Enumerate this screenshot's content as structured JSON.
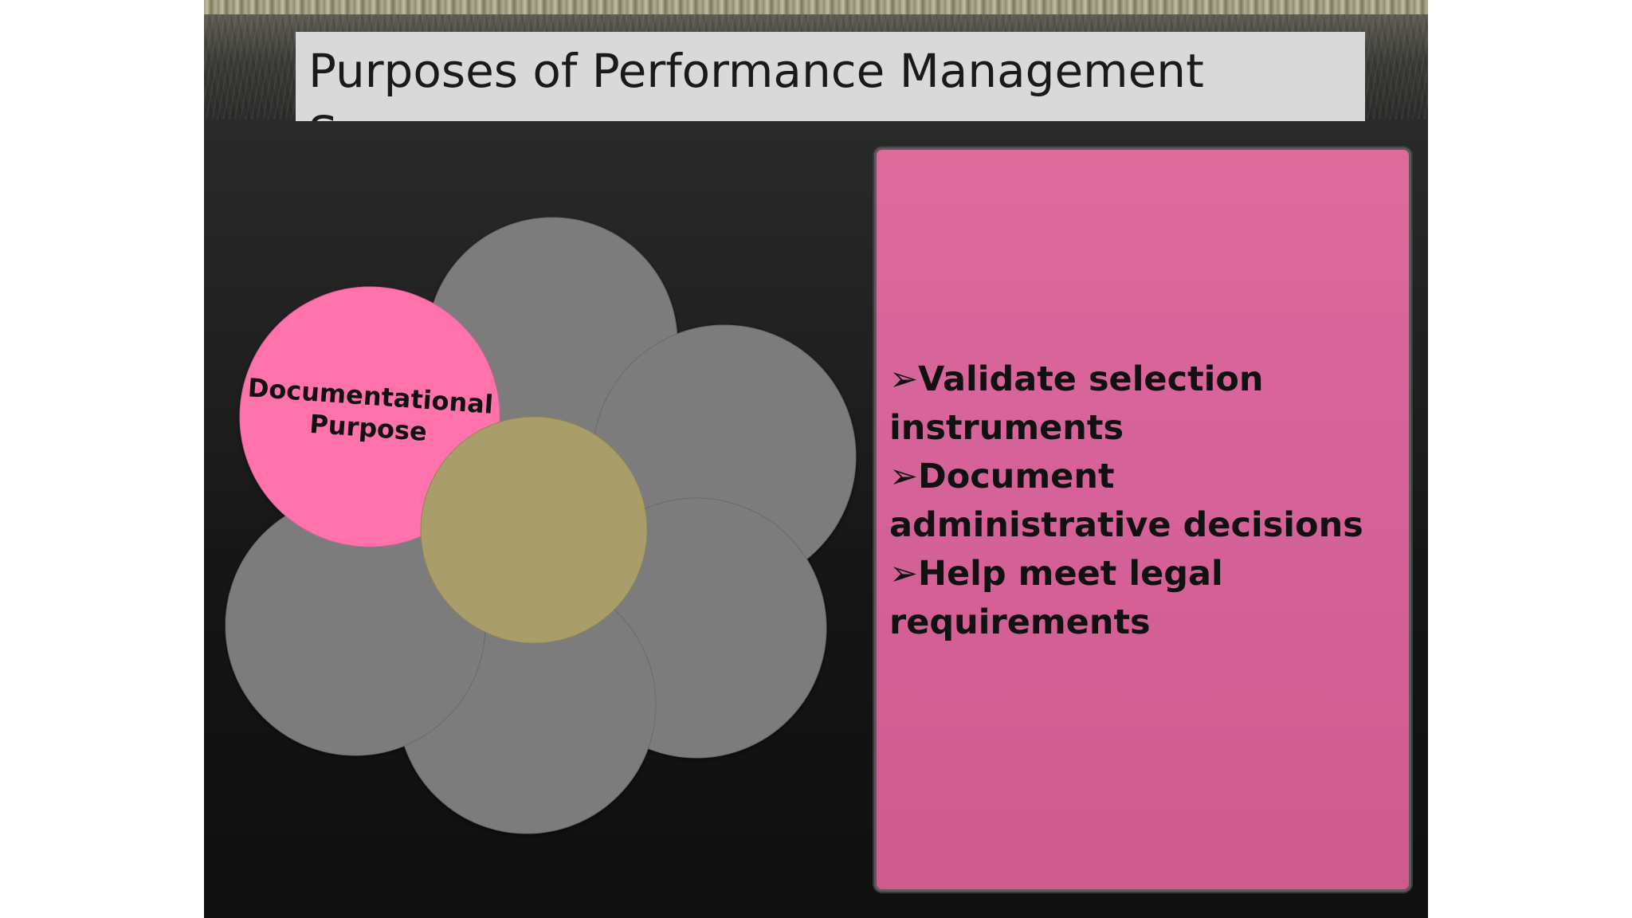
{
  "slide": {
    "title": "Purposes of Performance Management",
    "title_overflow_glyph": "S"
  },
  "diagram": {
    "highlighted_petal_label_line1": "Documentational",
    "highlighted_petal_label_line2": "Purpose",
    "colors": {
      "petal": "#7c7b7d",
      "highlight_petal": "#ff72ac",
      "center": "#a99e69"
    }
  },
  "content": {
    "bullet_marker": "➢",
    "bullets": [
      "Validate selection instruments",
      "Document administrative decisions",
      "Help meet legal requirements"
    ]
  },
  "colors": {
    "content_box": "#d6639a",
    "title_box": "#d9d9d9",
    "background": "#161616"
  }
}
